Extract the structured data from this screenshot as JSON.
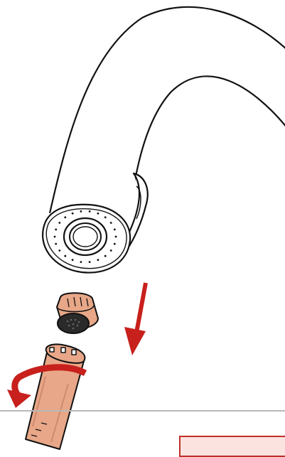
{
  "colors": {
    "outline": "#111111",
    "spout_fill": "#ffffff",
    "part_fill": "#e8a788",
    "part_shade": "#d08a6c",
    "arrow_red": "#c8201c",
    "divider": "#b8b8b8",
    "label_fill": "#fbe4df",
    "label_border": "#c0302a"
  },
  "icons": {
    "direction_arrow": "down-arrow-icon",
    "rotation_arrow": "rotate-arrow-icon"
  },
  "parts": [
    "pull-down-spout",
    "aerator-insert",
    "aerator-removal-key"
  ]
}
